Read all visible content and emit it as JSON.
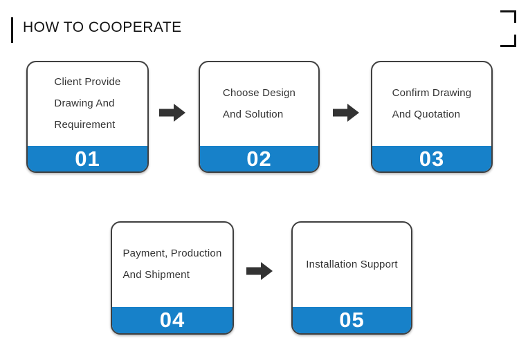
{
  "header": {
    "title": "HOW TO COOPERATE"
  },
  "colors": {
    "accent_blue": "#1781c9",
    "card_border": "#3f3f3f",
    "arrow": "#333333",
    "number_text": "#ffffff",
    "heading_text": "#141414",
    "body_text": "#333333"
  },
  "steps": [
    {
      "number": "01",
      "label": "Client Provide\nDrawing And\nRequirement"
    },
    {
      "number": "02",
      "label": "Choose Design\nAnd Solution"
    },
    {
      "number": "03",
      "label": "Confirm Drawing\nAnd Quotation"
    },
    {
      "number": "04",
      "label": "Payment, Production\nAnd Shipment"
    },
    {
      "number": "05",
      "label": "Installation Support"
    }
  ]
}
